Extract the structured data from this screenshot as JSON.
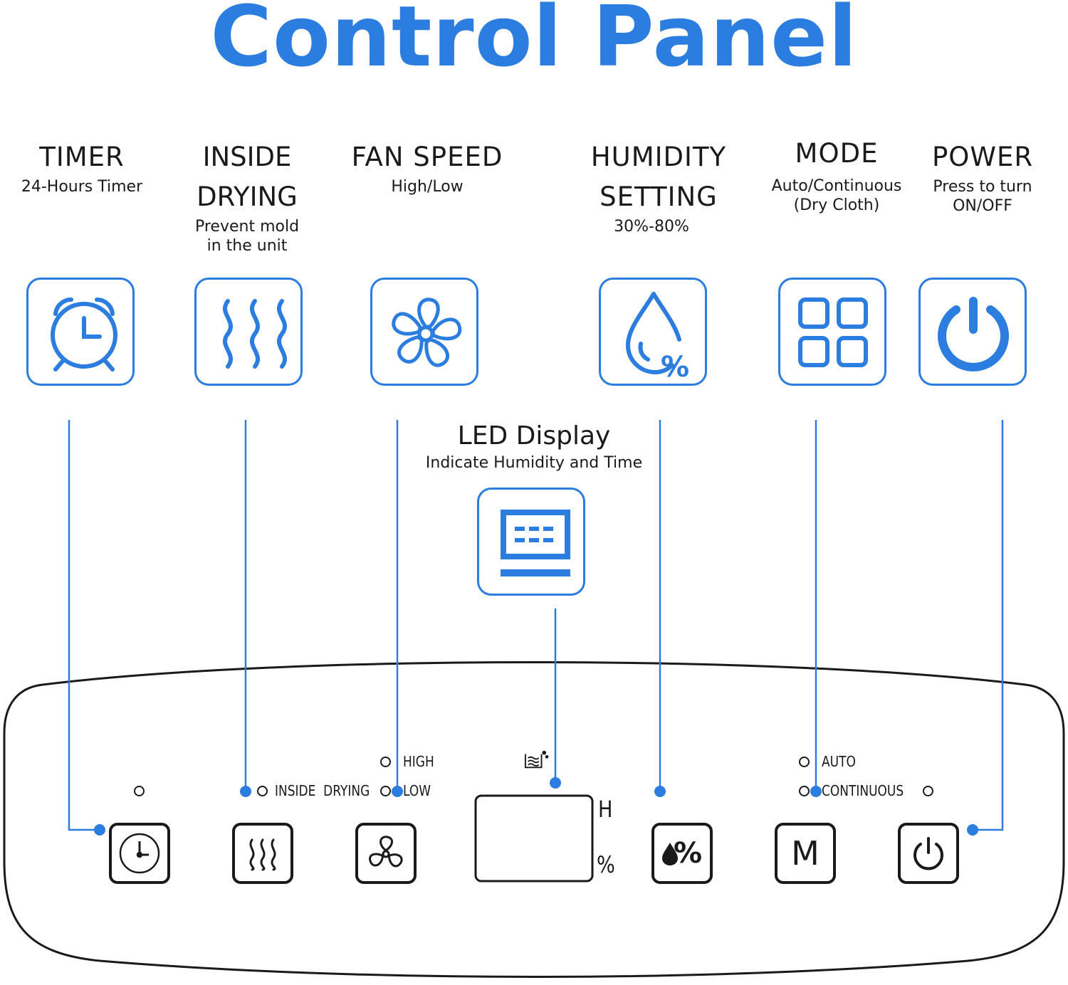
{
  "title": "Control Panel",
  "accent_color": "#2b7de0",
  "features": [
    {
      "id": "timer",
      "name": "TIMER",
      "desc": "24-Hours Timer",
      "icon": "alarm-clock-icon"
    },
    {
      "id": "inside-drying",
      "name": "INSIDE DRYING",
      "desc": "Prevent mold\nin the unit",
      "icon": "heat-waves-icon"
    },
    {
      "id": "fan-speed",
      "name": "FAN SPEED",
      "desc": "High/Low",
      "icon": "fan-icon"
    },
    {
      "id": "humidity",
      "name": "HUMIDITY\nSETTING",
      "desc": "30%-80%",
      "icon": "water-drop-percent-icon"
    },
    {
      "id": "mode",
      "name": "MODE",
      "desc": "Auto/Continuous\n(Dry Cloth)",
      "icon": "four-squares-icon"
    },
    {
      "id": "power",
      "name": "POWER",
      "desc": "Press to turn\nON/OFF",
      "icon": "power-icon"
    }
  ],
  "led": {
    "name": "LED Display",
    "desc": "Indicate Humidity and Time",
    "icon": "display-screen-icon"
  },
  "panel": {
    "inside_drying_label": "INSIDE  DRYING",
    "high_label": "HIGH",
    "low_label": "LOW",
    "auto_label": "AUTO",
    "continuous_label": "CONTINUOUS",
    "h_label": "H",
    "pct_label": "%",
    "mode_button": "M",
    "humidity_button": "%",
    "tank_icon": "water-tank-icon"
  }
}
